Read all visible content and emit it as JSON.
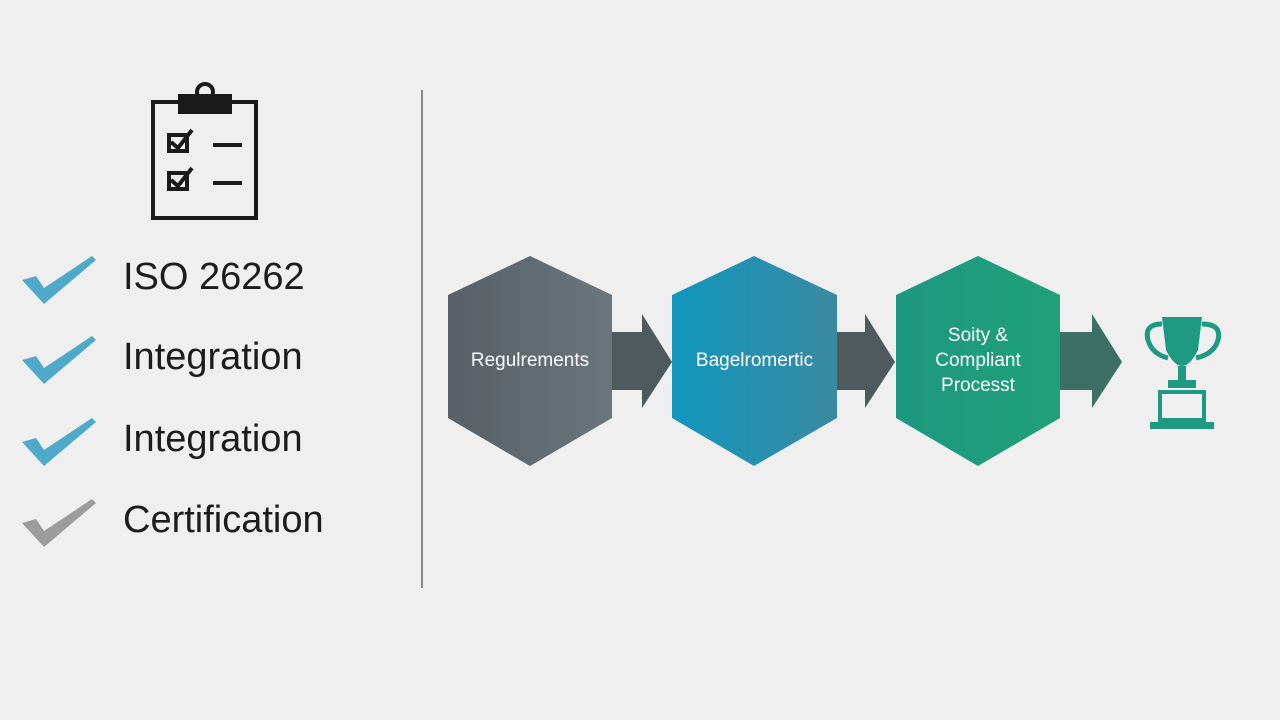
{
  "checklist": [
    {
      "label": "ISO 26262",
      "color": "#4fa9c8"
    },
    {
      "label": "Integration",
      "color": "#4fa9c8"
    },
    {
      "label": "Integration",
      "color": "#4fa9c8"
    },
    {
      "label": "Certification",
      "color": "#9c9c9c"
    }
  ],
  "process": [
    {
      "label": "Regulrements",
      "color": "#5f6b72"
    },
    {
      "label": "Bagelromertic",
      "color": "#1f8fae"
    },
    {
      "label": "Soity &\nCompliant\nProcesst",
      "color": "#1e9a78"
    }
  ],
  "colors": {
    "arrow": "#4f5a5f",
    "arrow_final": "#3c7065",
    "trophy": "#1e9a82",
    "divider": "#8a8a8a"
  },
  "icons": [
    "clipboard-checklist-icon",
    "checkmark-icon",
    "arrow-right-icon",
    "trophy-icon"
  ]
}
